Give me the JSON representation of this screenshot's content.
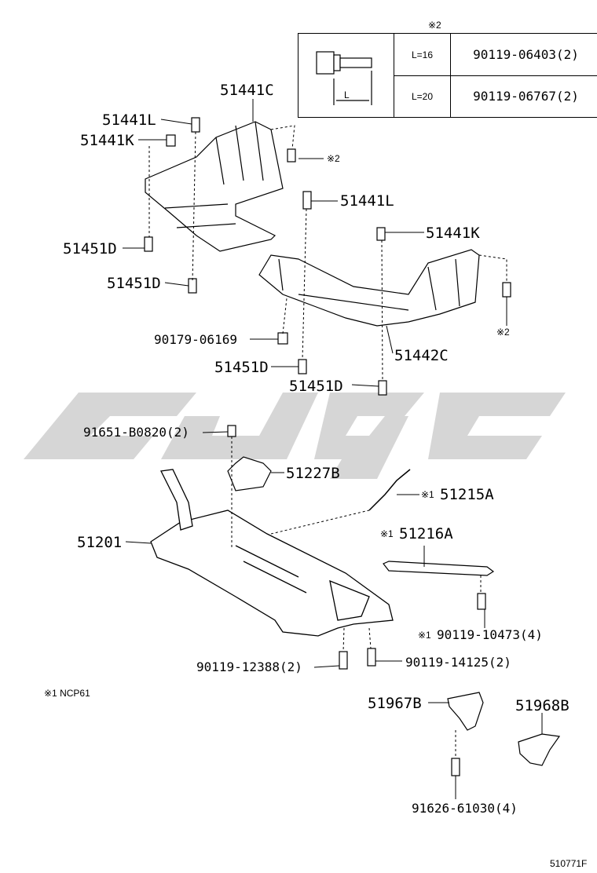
{
  "table": {
    "header_mark": "※2",
    "rows": [
      {
        "length": "L=16",
        "part": "90119-06403(2)"
      },
      {
        "length": "L=20",
        "part": "90119-06767(2)"
      }
    ],
    "dimension_label": "L"
  },
  "labels": {
    "p51441C": "51441C",
    "p51441L_a": "51441L",
    "p51441K_a": "51441K",
    "mark2_a": "※2",
    "p51441L_b": "51441L",
    "p51441K_b": "51441K",
    "p51451D_a": "51451D",
    "p51451D_b": "51451D",
    "p90179": "90179-06169",
    "mark2_b": "※2",
    "p51442C": "51442C",
    "p51451D_c": "51451D",
    "p51451D_d": "51451D",
    "p91651": "91651-B0820(2)",
    "p51227B": "51227B",
    "mark1_a": "※1",
    "p51215A": "51215A",
    "p51201": "51201",
    "mark1_b": "※1",
    "p51216A": "51216A",
    "mark1_c": "※1",
    "p90119_10473": "90119-10473(4)",
    "p90119_12388": "90119-12388(2)",
    "p90119_14125": "90119-14125(2)",
    "note": "※1 NCP61",
    "p51967B": "51967B",
    "p51968B": "51968B",
    "p91626": "91626-61030(4)",
    "figure_id": "510771F"
  },
  "colors": {
    "line": "#000000",
    "watermark": "#d4d4d4",
    "background": "#ffffff"
  }
}
